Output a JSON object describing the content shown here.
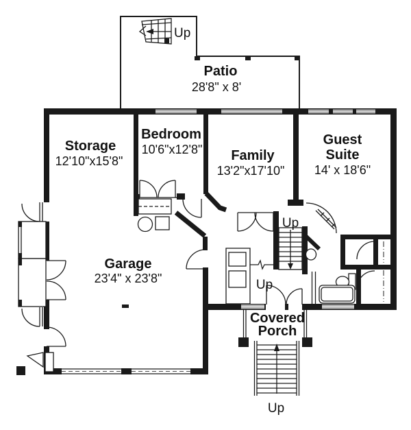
{
  "rooms": {
    "patio": {
      "name": "Patio",
      "dims": "28'8\" x 8'"
    },
    "storage": {
      "name": "Storage",
      "dims": "12'10\"x15'8\""
    },
    "bedroom": {
      "name": "Bedroom",
      "dims": "10'6\"x12'8\""
    },
    "family": {
      "name": "Family",
      "dims": "13'2\"x17'10\""
    },
    "guest_suite": {
      "line1": "Guest",
      "line2": "Suite",
      "dims": "14' x 18'6\""
    },
    "garage": {
      "name": "Garage",
      "dims": "23'4\" x 23'8\""
    },
    "covered_porch": {
      "line1": "Covered",
      "line2": "Porch"
    }
  },
  "stairs": {
    "patio_up": "Up",
    "hall_upper_up": "Up",
    "hall_lower_up": "Up",
    "porch_up": "Up"
  },
  "colors": {
    "wall": "#1a1a1a",
    "background": "#ffffff"
  }
}
